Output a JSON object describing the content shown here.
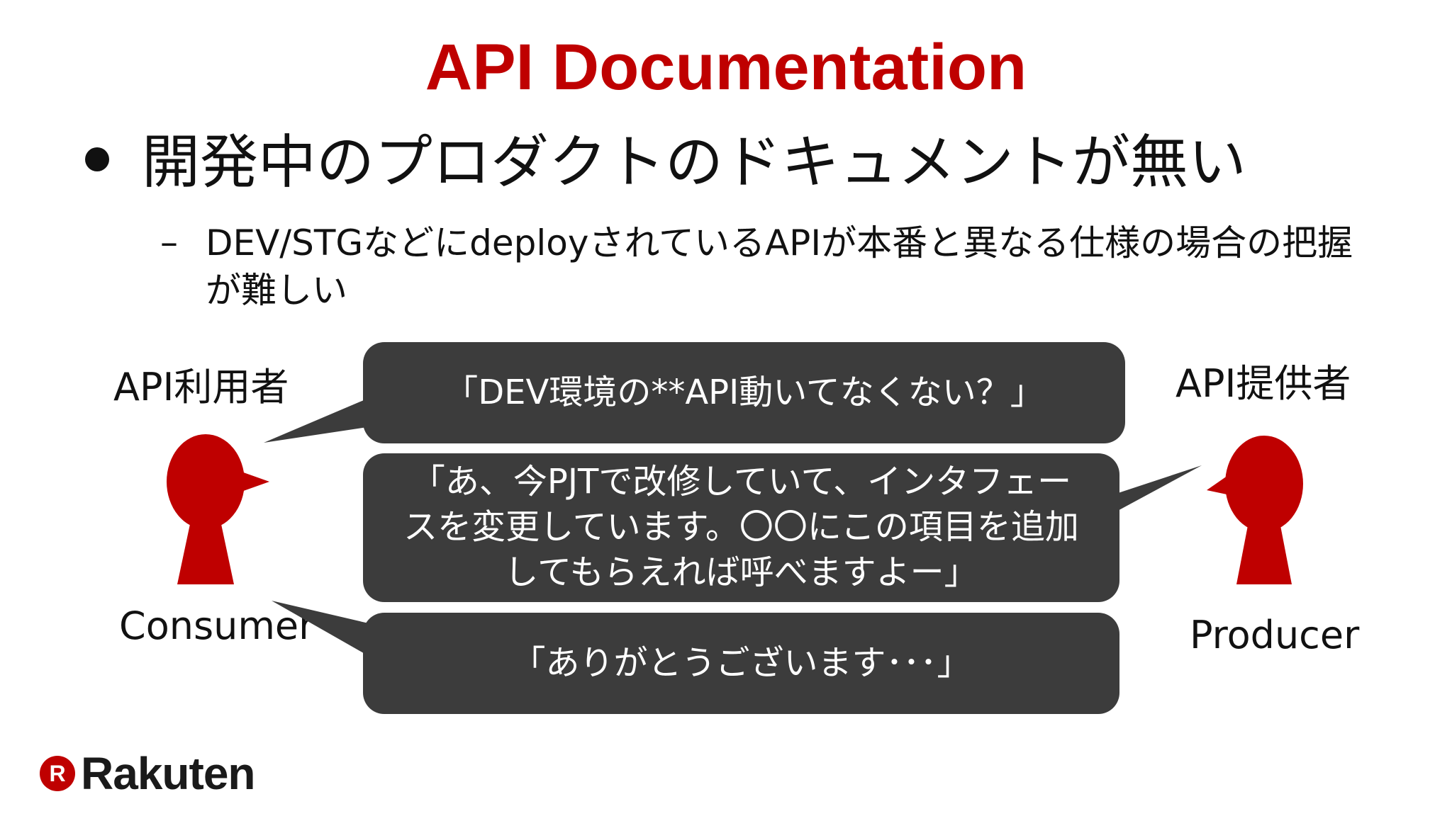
{
  "slide": {
    "title": "API Documentation",
    "bullet": "開発中のプロダクトのドキュメントが無い",
    "dash": "–",
    "sub_bullet": "DEV/STGなどにdeployされているAPIが本番と異なる仕様の場合の把握が難しい"
  },
  "consumer": {
    "label_jp": "API利用者",
    "label_en": "Consumer"
  },
  "producer": {
    "label_jp": "API提供者",
    "label_en": "Producer"
  },
  "bubbles": [
    {
      "text": "「DEV環境の**API動いてなくない？」"
    },
    {
      "text": "「あ、今PJTで改修していて、インタフェースを変更しています。〇〇にこの項目を追加してもらえれば呼べますよー」"
    },
    {
      "text": "「ありがとうございます･･･」"
    }
  ],
  "colors": {
    "accent": "#bf0000",
    "bubble": "#3c3c3c",
    "text": "#111111"
  },
  "logo": {
    "mark": "R",
    "text": "Rakuten"
  }
}
